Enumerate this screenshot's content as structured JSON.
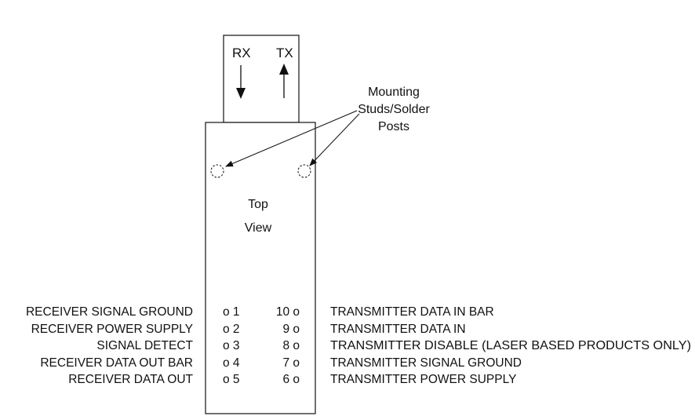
{
  "connector": {
    "rx_label": "RX",
    "tx_label": "TX"
  },
  "mounting_label": {
    "line1": "Mounting",
    "line2": "Studs/Solder",
    "line3": "Posts"
  },
  "body_label": {
    "line1": "Top",
    "line2": "View"
  },
  "left_pins": [
    {
      "label": "RECEIVER SIGNAL GROUND",
      "marker": "o 1"
    },
    {
      "label": "RECEIVER POWER  SUPPLY",
      "marker": "o 2"
    },
    {
      "label": "SIGNAL DETECT",
      "marker": "o 3"
    },
    {
      "label": "RECEIVER DATA OUT BAR",
      "marker": "o 4"
    },
    {
      "label": "RECEIVER DATA OUT",
      "marker": "o 5"
    }
  ],
  "right_pins": [
    {
      "label": "TRANSMITTER DATA IN BAR",
      "marker": "10 o"
    },
    {
      "label": "TRANSMITTER DATA IN",
      "marker": "9 o"
    },
    {
      "label": "TRANSMITTER DISABLE (LASER BASED PRODUCTS ONLY)",
      "marker": "8 o"
    },
    {
      "label": "TRANSMITTER SIGNAL GROUND",
      "marker": "7 o"
    },
    {
      "label": "TRANSMITTER POWER SUPPLY",
      "marker": "6 o"
    }
  ]
}
